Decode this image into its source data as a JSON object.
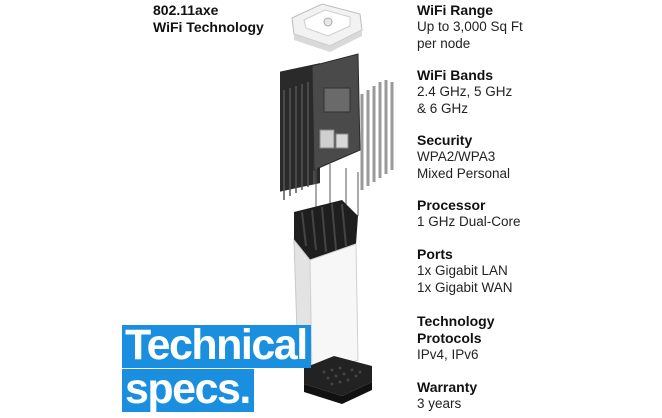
{
  "title": {
    "line1": "802.11axe",
    "line2": "WiFi Technology"
  },
  "specs": [
    {
      "label": "WiFi Range",
      "value": "Up to 3,000 Sq Ft\nper node"
    },
    {
      "label": "WiFi Bands",
      "value": "2.4 GHz, 5 GHz\n& 6 GHz"
    },
    {
      "label": "Security",
      "value": "WPA2/WPA3\nMixed Personal"
    },
    {
      "label": "Processor",
      "value": "1 GHz Dual-Core"
    },
    {
      "label": "Ports",
      "value": "1x Gigabit LAN\n1x Gigabit WAN"
    },
    {
      "label": "Technology\nProtocols",
      "value": "IPv4, IPv6"
    },
    {
      "label": "Warranty",
      "value": "3 years"
    }
  ],
  "headline": {
    "line1": "Technical",
    "line2": "specs."
  },
  "colors": {
    "headline_background": "#1a8fe0",
    "headline_text": "#ffffff",
    "text": "#111111"
  },
  "image": {
    "subject": "exploded-view-mesh-router-node"
  }
}
